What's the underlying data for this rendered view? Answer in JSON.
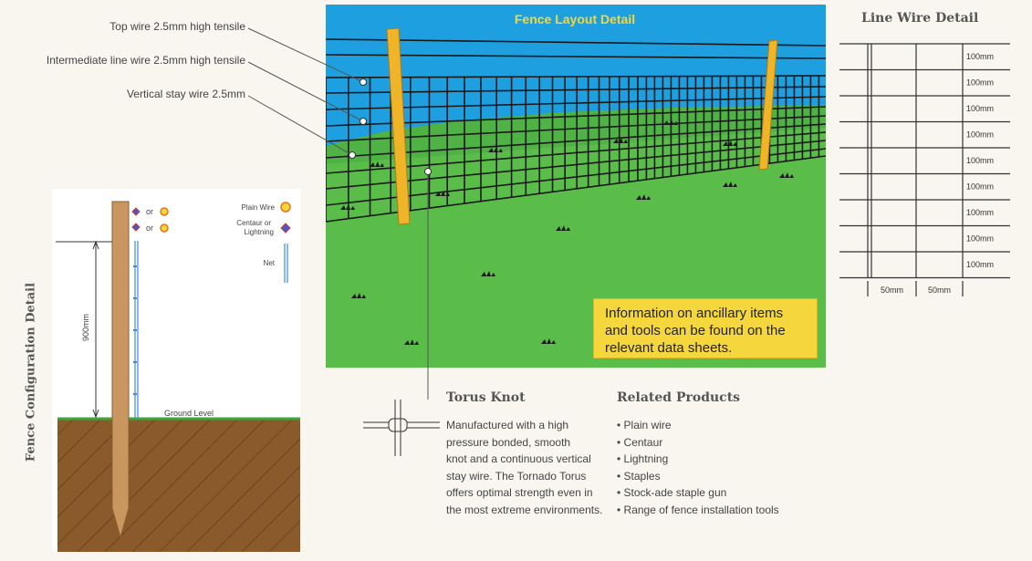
{
  "callouts": {
    "top_wire": "Top wire 2.5mm high tensile",
    "intermediate_wire": "Intermediate line wire 2.5mm high tensile",
    "vertical_stay": "Vertical stay wire 2.5mm"
  },
  "layout_title": "Fence Layout Detail",
  "info_box": "Information on ancillary items and tools can be found on the relevant data sheets.",
  "line_wire": {
    "title": "Line Wire Detail",
    "row_labels": [
      "100mm",
      "100mm",
      "100mm",
      "100mm",
      "100mm",
      "100mm",
      "100mm",
      "100mm",
      "100mm"
    ],
    "col_labels": [
      "50mm",
      "50mm"
    ]
  },
  "configuration": {
    "title": "Fence Configuration Detail",
    "or_1": "or",
    "or_2": "or",
    "legend_plain": "Plain Wire",
    "legend_centaur_1": "Centaur or",
    "legend_centaur_2": "Lightning",
    "legend_net": "Net",
    "height_label": "900mm",
    "ground_label": "Ground Level"
  },
  "torus": {
    "title": "Torus Knot",
    "lines": [
      "Manufactured with a high",
      "pressure bonded, smooth",
      "knot and a continuous vertical",
      "stay wire. The Tornado Torus",
      "offers optimal strength even in",
      "the most extreme environments."
    ]
  },
  "related": {
    "title": "Related Products",
    "items": [
      "Plain wire",
      "Centaur",
      "Lightning",
      "Staples",
      "Stock-ade staple gun",
      "Range of fence installation tools"
    ]
  },
  "colors": {
    "sky": "#1e9fe0",
    "grass": "#55b947",
    "info_box": "#f5d63c",
    "post": "#f0b429",
    "soil": "#8a5a2b",
    "timber": "#c8965e"
  }
}
